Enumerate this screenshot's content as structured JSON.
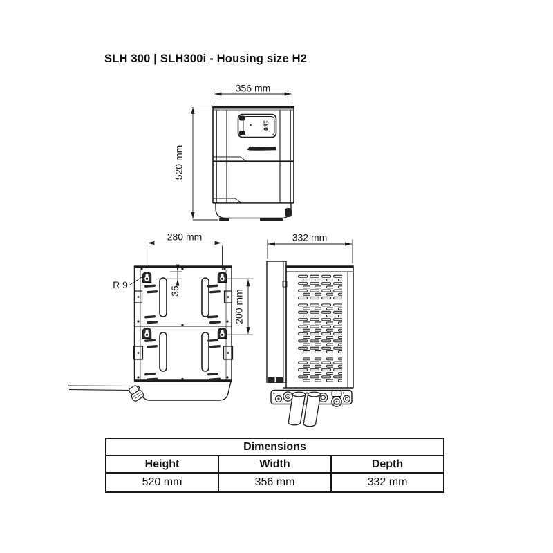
{
  "page": {
    "title": "SLH 300 | SLH300i - Housing size H2"
  },
  "views": {
    "front": {
      "width_dim": "356 mm",
      "height_dim": "520 mm",
      "display_value": "i80"
    },
    "rear": {
      "mount_width_dim": "280 mm",
      "keyhole_radius": "R 9",
      "keyhole_top_offset_dim": "35",
      "keyhole_spacing_dim": "200 mm"
    },
    "side": {
      "depth_dim": "332 mm"
    }
  },
  "dimensions_table": {
    "title": "Dimensions",
    "columns": [
      "Height",
      "Width",
      "Depth"
    ],
    "values": [
      "520 mm",
      "356 mm",
      "332 mm"
    ]
  },
  "colors": {
    "line": "#1a1a1a",
    "background": "#ffffff"
  }
}
